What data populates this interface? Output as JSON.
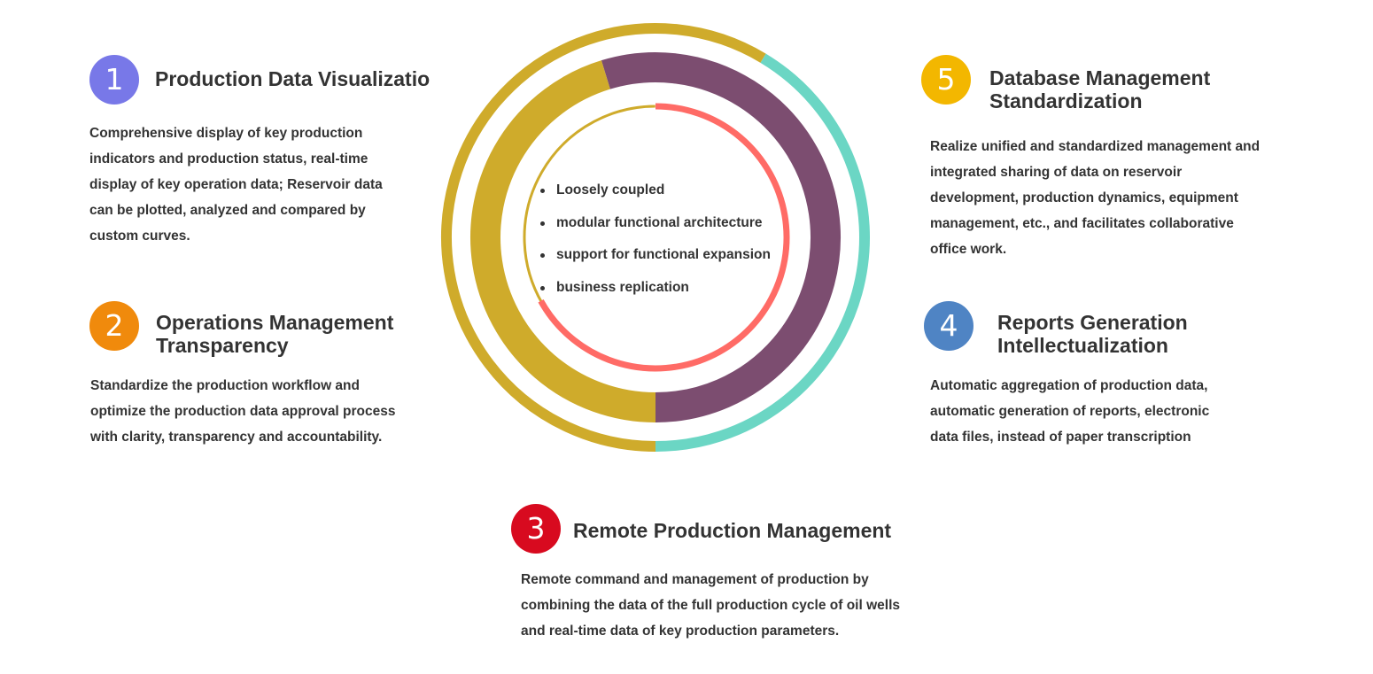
{
  "ring": {
    "outer_colors": {
      "gold": "#cfab2b",
      "teal": "#6bd6c4"
    },
    "middle_colors": {
      "gold": "#cfab2b",
      "purple": "#7c4d70"
    },
    "inner_colors": {
      "gold": "#cfab2b",
      "red": "#ff6b66"
    },
    "center_items": [
      "Loosely coupled",
      "modular functional architecture",
      "support for functional expansion",
      "business replication"
    ]
  },
  "features": [
    {
      "number": "1",
      "color": "#7878e8",
      "title": "Production Data Visualizatior",
      "desc": "Comprehensive display of key production indicators and production status, real-time display of key operation data; Reservoir data can be plotted, analyzed and compared by custom curves."
    },
    {
      "number": "2",
      "color": "#f08a0c",
      "title": "Operations Management Transparency",
      "desc": "Standardize the production workflow and optimize the production data approval process with clarity, transparency and accountability."
    },
    {
      "number": "3",
      "color": "#d80a1f",
      "title": "Remote Production Management",
      "desc": "Remote command and management of production by combining the data of the full production cycle of oil wells and real-time data of key production parameters."
    },
    {
      "number": "4",
      "color": "#4f84c4",
      "title": "Reports Generation Intellectualization",
      "desc": "Automatic aggregation of production data, automatic generation of reports, electronic data files, instead of paper transcription"
    },
    {
      "number": "5",
      "color": "#f3b700",
      "title": "Database Management Standardization",
      "desc": "Realize unified and standardized management and integrated sharing of data on reservoir development, production dynamics, equipment management, etc., and facilitates collaborative office work."
    }
  ]
}
